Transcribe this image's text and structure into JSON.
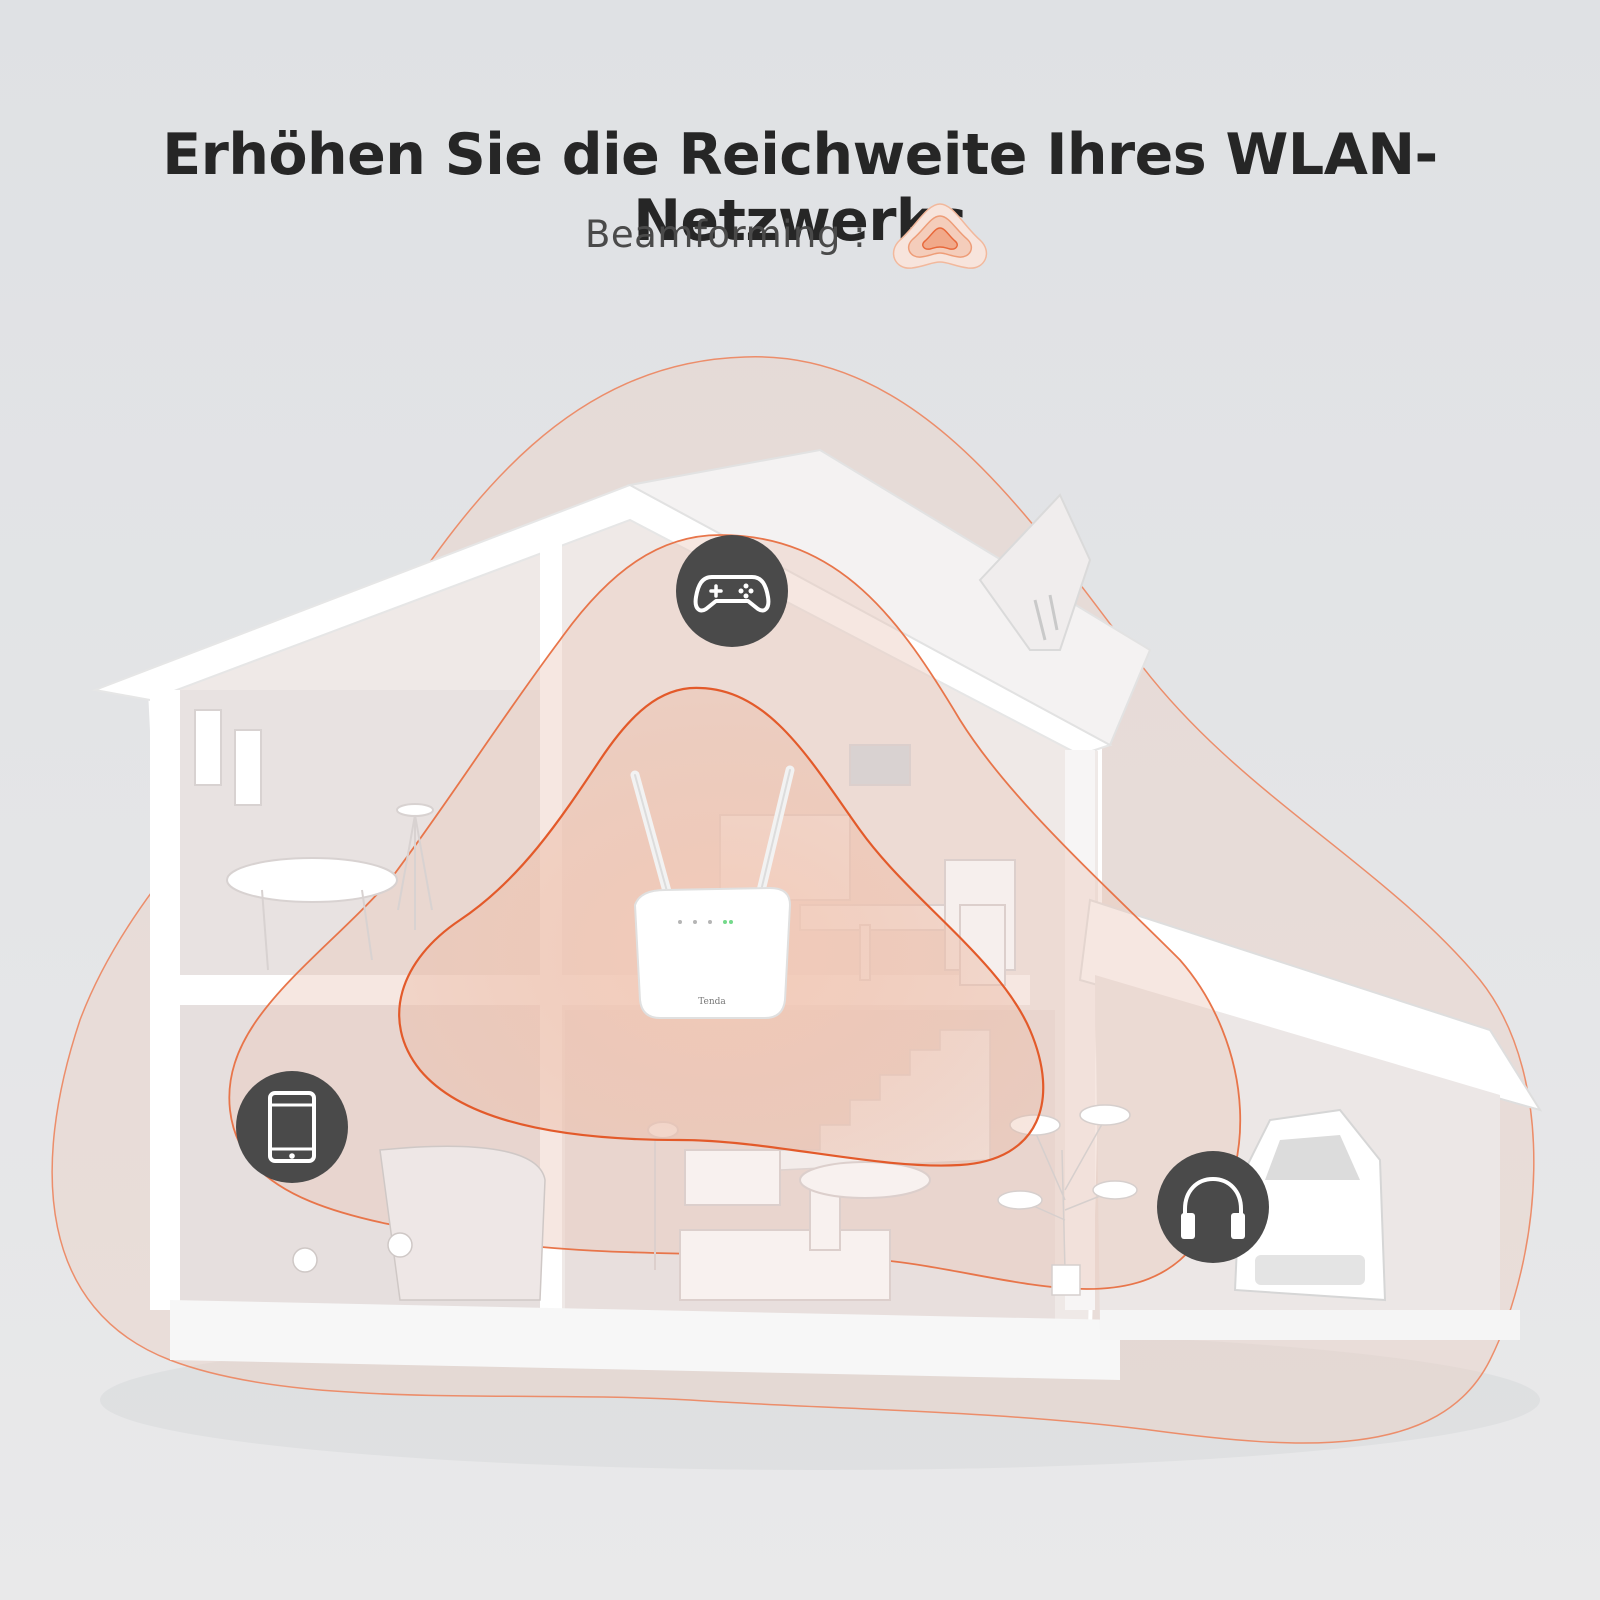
{
  "header": {
    "title": "Erhöhen Sie die Reichweite Ihres WLAN-Netzwerks",
    "legend_label": "Beamforming :"
  },
  "router": {
    "brand": "Tenda"
  },
  "devices": [
    {
      "name": "gamepad-icon"
    },
    {
      "name": "smartphone-icon"
    },
    {
      "name": "headphones-icon"
    }
  ],
  "colors": {
    "accent": "#e8683a",
    "badge": "#4a4a4a",
    "background": "#e2e3e5"
  }
}
